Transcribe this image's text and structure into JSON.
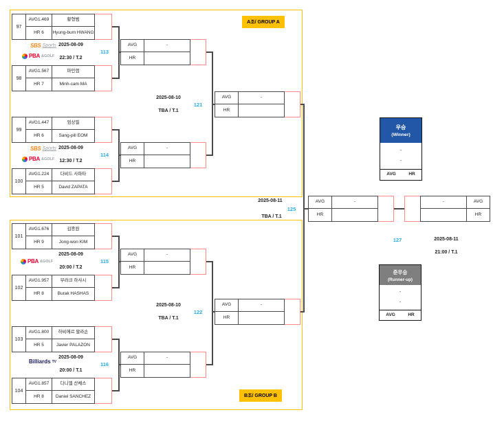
{
  "colors": {
    "group_border": "#FFC000",
    "badge_bg": "#FFC000",
    "match_number_blue": "#29ABE2",
    "slot_red": "#FF8A8A",
    "box_border": "#4A4A4A",
    "winner_header_bg": "#2157A6",
    "runnerup_header_bg": "#7F7F7F"
  },
  "labels": {
    "avg": "AVG",
    "hr": "HR",
    "dash": "-"
  },
  "logos": {
    "sbs": "SBS",
    "sbs_sports": "Sports",
    "pba": "PBA",
    "pba_golf": "&GOLF",
    "billiards": "Billiards",
    "billiards_tv": "TV"
  },
  "group_a": {
    "badge": "A조/ GROUP A",
    "m97": {
      "no": "97",
      "avg": "AVG1.469",
      "hr": "HR 6",
      "kr": "황형범",
      "en": "Hyung-bum HWANG"
    },
    "m98": {
      "no": "98",
      "avg": "AVG1.567",
      "hr": "HR 7",
      "kr": "마민껌",
      "en": "Minh-cam MA"
    },
    "m99": {
      "no": "99",
      "avg": "AVG1.447",
      "hr": "HR 6",
      "kr": "엄상필",
      "en": "Sang-pill EOM"
    },
    "m100": {
      "no": "100",
      "avg": "AVG1.224",
      "hr": "HR 5",
      "kr": "다비드 사파타",
      "en": "David ZAPATA"
    },
    "r113": {
      "no": "113",
      "date": "2025-08-09",
      "time": "22:30 / T.2"
    },
    "r114": {
      "no": "114",
      "date": "2025-08-09",
      "time": "12:30 / T.2"
    },
    "s121": {
      "no": "121",
      "date": "2025-08-10",
      "time": "TBA / T.1"
    }
  },
  "group_b": {
    "badge": "B조/ GROUP B",
    "m101": {
      "no": "101",
      "avg": "AVG1.676",
      "hr": "HR 9",
      "kr": "김종원",
      "en": "Jong-won KIM"
    },
    "m102": {
      "no": "102",
      "avg": "AVG1.957",
      "hr": "HR 8",
      "kr": "부라크 하샤시",
      "en": "Burak HASHAS"
    },
    "m103": {
      "no": "103",
      "avg": "AVG1.800",
      "hr": "HR 5",
      "kr": "하비에르 팔라손",
      "en": "Javier PALAZON"
    },
    "m104": {
      "no": "104",
      "avg": "AVG1.857",
      "hr": "HR 8",
      "kr": "다니엘 산체스",
      "en": "Daniel SANCHEZ"
    },
    "r115": {
      "no": "115",
      "date": "2025-08-09",
      "time": "20:00 / T.2"
    },
    "r116": {
      "no": "116",
      "date": "2025-08-09",
      "time": "20:00 / T.1"
    },
    "s122": {
      "no": "122",
      "date": "2025-08-10",
      "time": "TBA / T.1"
    }
  },
  "qualifier_125": {
    "no": "125",
    "date": "2025-08-11",
    "time": "TBA / T.1"
  },
  "final_127": {
    "no": "127",
    "date": "2025-08-11",
    "time": "21:00 / T.1"
  },
  "winner": {
    "title_kr": "우승",
    "title_en": "(Winner)",
    "line1": "-",
    "line2": "-"
  },
  "runnerup": {
    "title_kr": "준우승",
    "title_en": "(Runner-up)",
    "line1": "-",
    "line2": "-"
  }
}
